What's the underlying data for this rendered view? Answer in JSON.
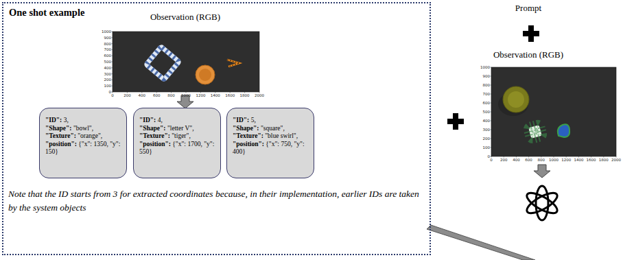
{
  "diagram": {
    "nodes": [
      {
        "text": [
          "One shot example"
        ]
      },
      {
        "text": [
          "\"ID\": 3,",
          "\"Shape\": \"bowl\",",
          "\"Texture\": \"orange\",",
          "\"position\": {\"x\": 1350, \"y\": 150}"
        ],
        "in": 0
      },
      {
        "text": [
          "\"ID\": 4,",
          "\"Shape\": \"letter V\",",
          "\"Texture\": \"tiger\",",
          "\"position\": {\"x\": 1700, \"y\": 550}"
        ],
        "in": 0
      },
      {
        "text": [
          "\"ID\": 5,",
          "\"Shape\": \"square\",",
          "\"Texture\": \"blue swirl\",",
          "\"position\": {\"x\": 750, \"y\": 400}"
        ],
        "in": 0
      }
    ],
    "labels": [
      "Observation (RGB)",
      "0",
      "100",
      "200",
      "300",
      "400",
      "500",
      "600",
      "700",
      "800",
      "900",
      "1000",
      "0",
      "200",
      "400",
      "600",
      "800",
      "1000",
      "1200",
      "1400",
      "1600",
      "1800",
      "2000",
      "Note that the ID starts from 3 for extracted coordinates because, in their implementation, earlier IDs are taken by the system objects",
      "Prompt",
      "Observation (RGB)",
      "0",
      "100",
      "200",
      "300",
      "400",
      "500",
      "600",
      "700",
      "800",
      "900",
      "1000",
      "0",
      "200",
      "400",
      "600",
      "800",
      "1000",
      "1200",
      "1400",
      "1600",
      "1800",
      "2000"
    ]
  }
}
